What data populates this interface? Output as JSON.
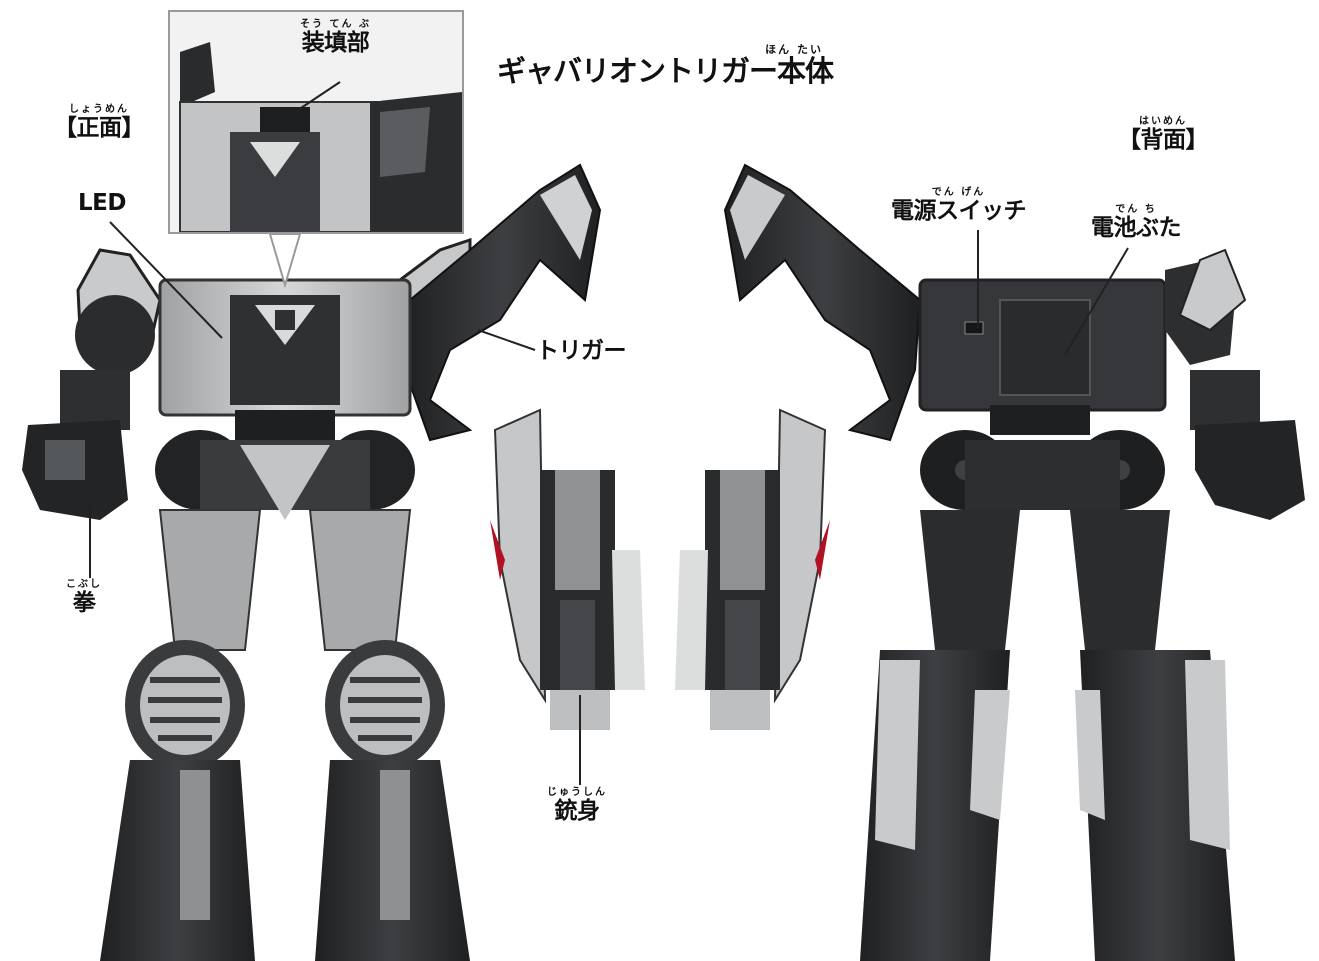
{
  "title": {
    "ruby": "ほん たい",
    "text": "ギャバリオントリガー本体"
  },
  "front": {
    "ruby": "しょうめん",
    "text": "【正面】"
  },
  "back": {
    "ruby": "はいめん",
    "text": "【背面】"
  },
  "labels": {
    "loading": {
      "ruby": "そう てん ぶ",
      "text": "装填部"
    },
    "led": {
      "text": "LED"
    },
    "trigger": {
      "text": "トリガー"
    },
    "fist": {
      "ruby": "こぶし",
      "text": "拳"
    },
    "barrel": {
      "ruby": "じゅうしん",
      "text": "銃身"
    },
    "power": {
      "ruby": "でん げん",
      "text": "電源スイッチ"
    },
    "battery": {
      "ruby": "でん ち",
      "text": "電池ぶた"
    }
  },
  "colors": {
    "dark": "#2a2b2d",
    "mid": "#4a4c4f",
    "light": "#b8babc",
    "pale": "#d9dadb",
    "red": "#b01224"
  }
}
